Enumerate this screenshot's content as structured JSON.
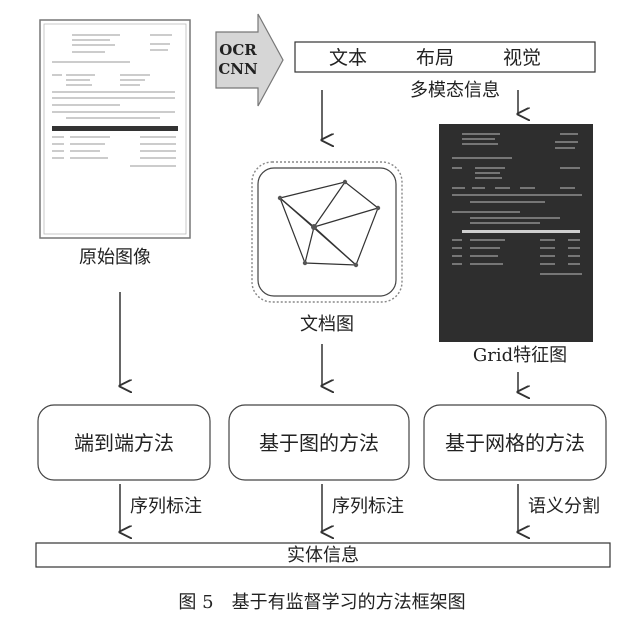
{
  "ocr_label": "OCR",
  "cnn_label": "CNN",
  "multimodal_box": {
    "items": [
      "文本",
      "布局",
      "视觉"
    ]
  },
  "multimodal_caption": "多模态信息",
  "original_image_caption": "原始图像",
  "doc_graph_caption": "文档图",
  "grid_feature_caption": "Grid特征图",
  "methods": {
    "end_to_end": "端到端方法",
    "graph_based": "基于图的方法",
    "grid_based": "基于网格的方法"
  },
  "edge_labels": {
    "seq_label_1": "序列标注",
    "seq_label_2": "序列标注",
    "semantic_seg": "语义分割"
  },
  "entity_box": "实体信息",
  "figure_caption": "图 5　基于有监督学习的方法框架图",
  "colors": {
    "line": "#333333",
    "gray_fill": "#d6d6d6",
    "dark_doc": "#2e2e2e",
    "text": "#222222"
  }
}
